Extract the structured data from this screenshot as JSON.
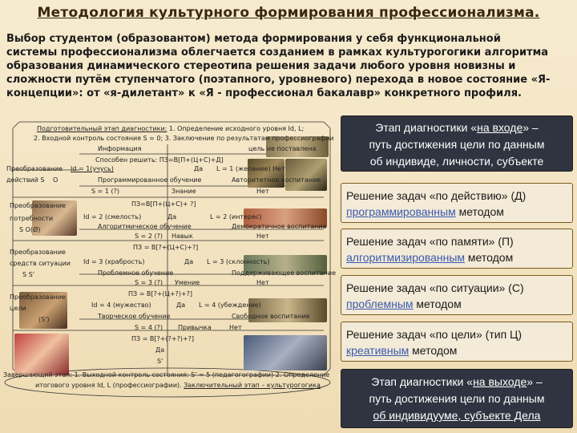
{
  "title": "Методология культурного формирования профессионализма.",
  "intro": [
    "Выбор студентом (образовантом) метода формирования у себя функциональной",
    "системы профессионализма облегчается созданием в рамках культурогогики алгоритма",
    "образования динамического стереотипа решения задачи любого уровня новизны и",
    "сложности путём ступенчатого (поэтапного, уровневого) перехода в новое состояние «Я-",
    "концепции»: от «я-дилетант» к «Я - профессионал бакалавр» конкретного профиля."
  ],
  "flow": {
    "prep_a": "Подготовительный этап диагностики:",
    "prep_b": " 1. Определение исходного уровня Id, L;",
    "prep_2": "2. Входной контроль состояния S = 0; 3. Заключение по результатам профессиографии",
    "info": "Информация",
    "goal_not_set": "цель не поставлена",
    "able_solve": "Способен решить: ПЗ=В[П+(Ц+С)+Д]",
    "transform1": "Преобразование",
    "id1": "Id = 1(учусь)",
    "da": "Да",
    "l1": "L = 1 (желание)",
    "net": "Нет",
    "actions": "действий S",
    "o_mark": "O",
    "programmed": "Программированное обучение",
    "authoritarian": "Авторитетное воспитание",
    "s1": "S = 1 (?)",
    "knowledge": "Знание",
    "net2": "Нет",
    "transform_needs": "Преобразование",
    "needs": "потребности",
    "s_o": "S       O(Ø)",
    "pz2": "ПЗ=В[П+(Ц+С)+ ?]",
    "id2": "Id = 2 (смелость)",
    "da2": "Да",
    "l2": "L = 2 (интерес)",
    "algorithmized": "Алгоритмическое обучение",
    "democratic": "Демократичное воспитание",
    "s2": "S = 2 (?)",
    "skill": "Навык",
    "net3": "Нет",
    "transform_means": "Преобразование",
    "means": "средств ситуации",
    "s_s": "S      S'",
    "pz3": "ПЗ = В[?+(Ц+С)+?]",
    "id3": "Id = 3 (храбрость)",
    "da3": "Да",
    "l3": "L = 3 (склонность)",
    "problem_learning": "Проблемное обучение",
    "supporting": "Поддерживающее воспитание",
    "s3": "S = 3 (?)",
    "ability": "Умение",
    "net4": "Нет",
    "transform_goal": "Преобразование",
    "goal": "цели",
    "s_phi": "(S')",
    "pz4": "ПЗ = В[?+(Ц+?)+?]",
    "id4": "Id = 4 (мужество)",
    "da4": "Да",
    "l4": "L = 4 (убеждение)",
    "creative": "Творческое обучение",
    "free": "Свободное воспитание",
    "s4": "S = 4 (?)",
    "habit": "Привычка",
    "net5": "Нет",
    "pz5": "ПЗ = В[?+(?+?)+?]",
    "da5": "Да",
    "s_prime": "S'",
    "final_1": "Завершающий этап: 1. Выходной контроль состояния: S' = 5 (педагогографии) 2. Определение",
    "final_2a": "итогового уровня Id, L (профессиографии). ",
    "final_2b": "Заключительный этап – культурогогика"
  },
  "panels": {
    "entry_pre": "Этап диагностики «",
    "entry_hl": "на входе",
    "entry_post": "» –",
    "entry_2": "путь достижения цели по данным",
    "entry_3": "об индивиде, личности, субъекте",
    "action_1": "Решение задач «по действию» (Д)",
    "action_hl": "программированным",
    "action_post": " методом",
    "memory_1": "Решение задач «по памяти» (П)",
    "memory_hl": "алгоритмизированным",
    "memory_post": " методом",
    "situation_1": "Решение задач «по ситуации» (С)",
    "situation_hl": "проблемным",
    "situation_post": " методом",
    "goal_1": "Решение задач «по цели» (тип Ц)",
    "goal_hl": "креативным",
    "goal_post": " методом",
    "exit_pre": "Этап диагностики «",
    "exit_hl": "на выходе",
    "exit_post": "» –",
    "exit_2": "путь достижения цели по данным",
    "exit_3": "об индивидууме, субъекте Дела"
  },
  "colors": {
    "accent_blue": "#3a5bb0",
    "dark_panel": "#2f3440",
    "frame": "#7a5a20"
  }
}
